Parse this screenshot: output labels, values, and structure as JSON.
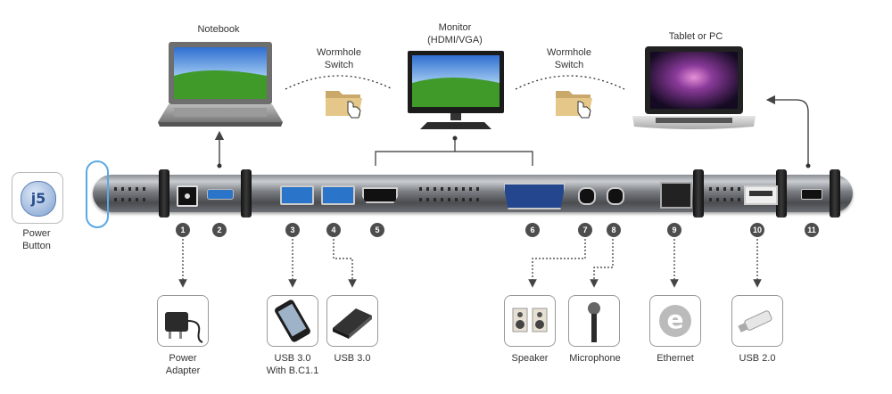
{
  "devices": {
    "notebook": "Notebook",
    "monitor": "Monitor",
    "monitor_sub": "(HDMI/VGA)",
    "tablet": "Tablet or PC",
    "wormhole_left": [
      "Wormhole",
      "Switch"
    ],
    "wormhole_right": [
      "Wormhole",
      "Switch"
    ]
  },
  "power_button": {
    "logo": "j5",
    "label": [
      "Power",
      "Button"
    ]
  },
  "port_numbers": [
    "1",
    "2",
    "3",
    "4",
    "5",
    "6",
    "7",
    "8",
    "9",
    "10",
    "11"
  ],
  "peripherals": [
    {
      "icon": "power-adapter-icon",
      "label": [
        "Power",
        "Adapter"
      ]
    },
    {
      "icon": "phone-icon",
      "label": [
        "USB 3.0",
        "With B.C1.1"
      ]
    },
    {
      "icon": "hard-drive-icon",
      "label": [
        "USB 3.0"
      ]
    },
    {
      "icon": "speaker-icon",
      "label": [
        "Speaker"
      ]
    },
    {
      "icon": "microphone-icon",
      "label": [
        "Microphone"
      ]
    },
    {
      "icon": "ethernet-icon",
      "label": [
        "Ethernet"
      ],
      "glyph": "e"
    },
    {
      "icon": "usb-stick-icon",
      "label": [
        "USB 2.0"
      ]
    }
  ],
  "colors": {
    "hub_dark": "#4a4c50",
    "number_badge": "#4d4d4d",
    "power_ring": "#5aa9e6",
    "usb3_blue": "#2a74c9"
  }
}
